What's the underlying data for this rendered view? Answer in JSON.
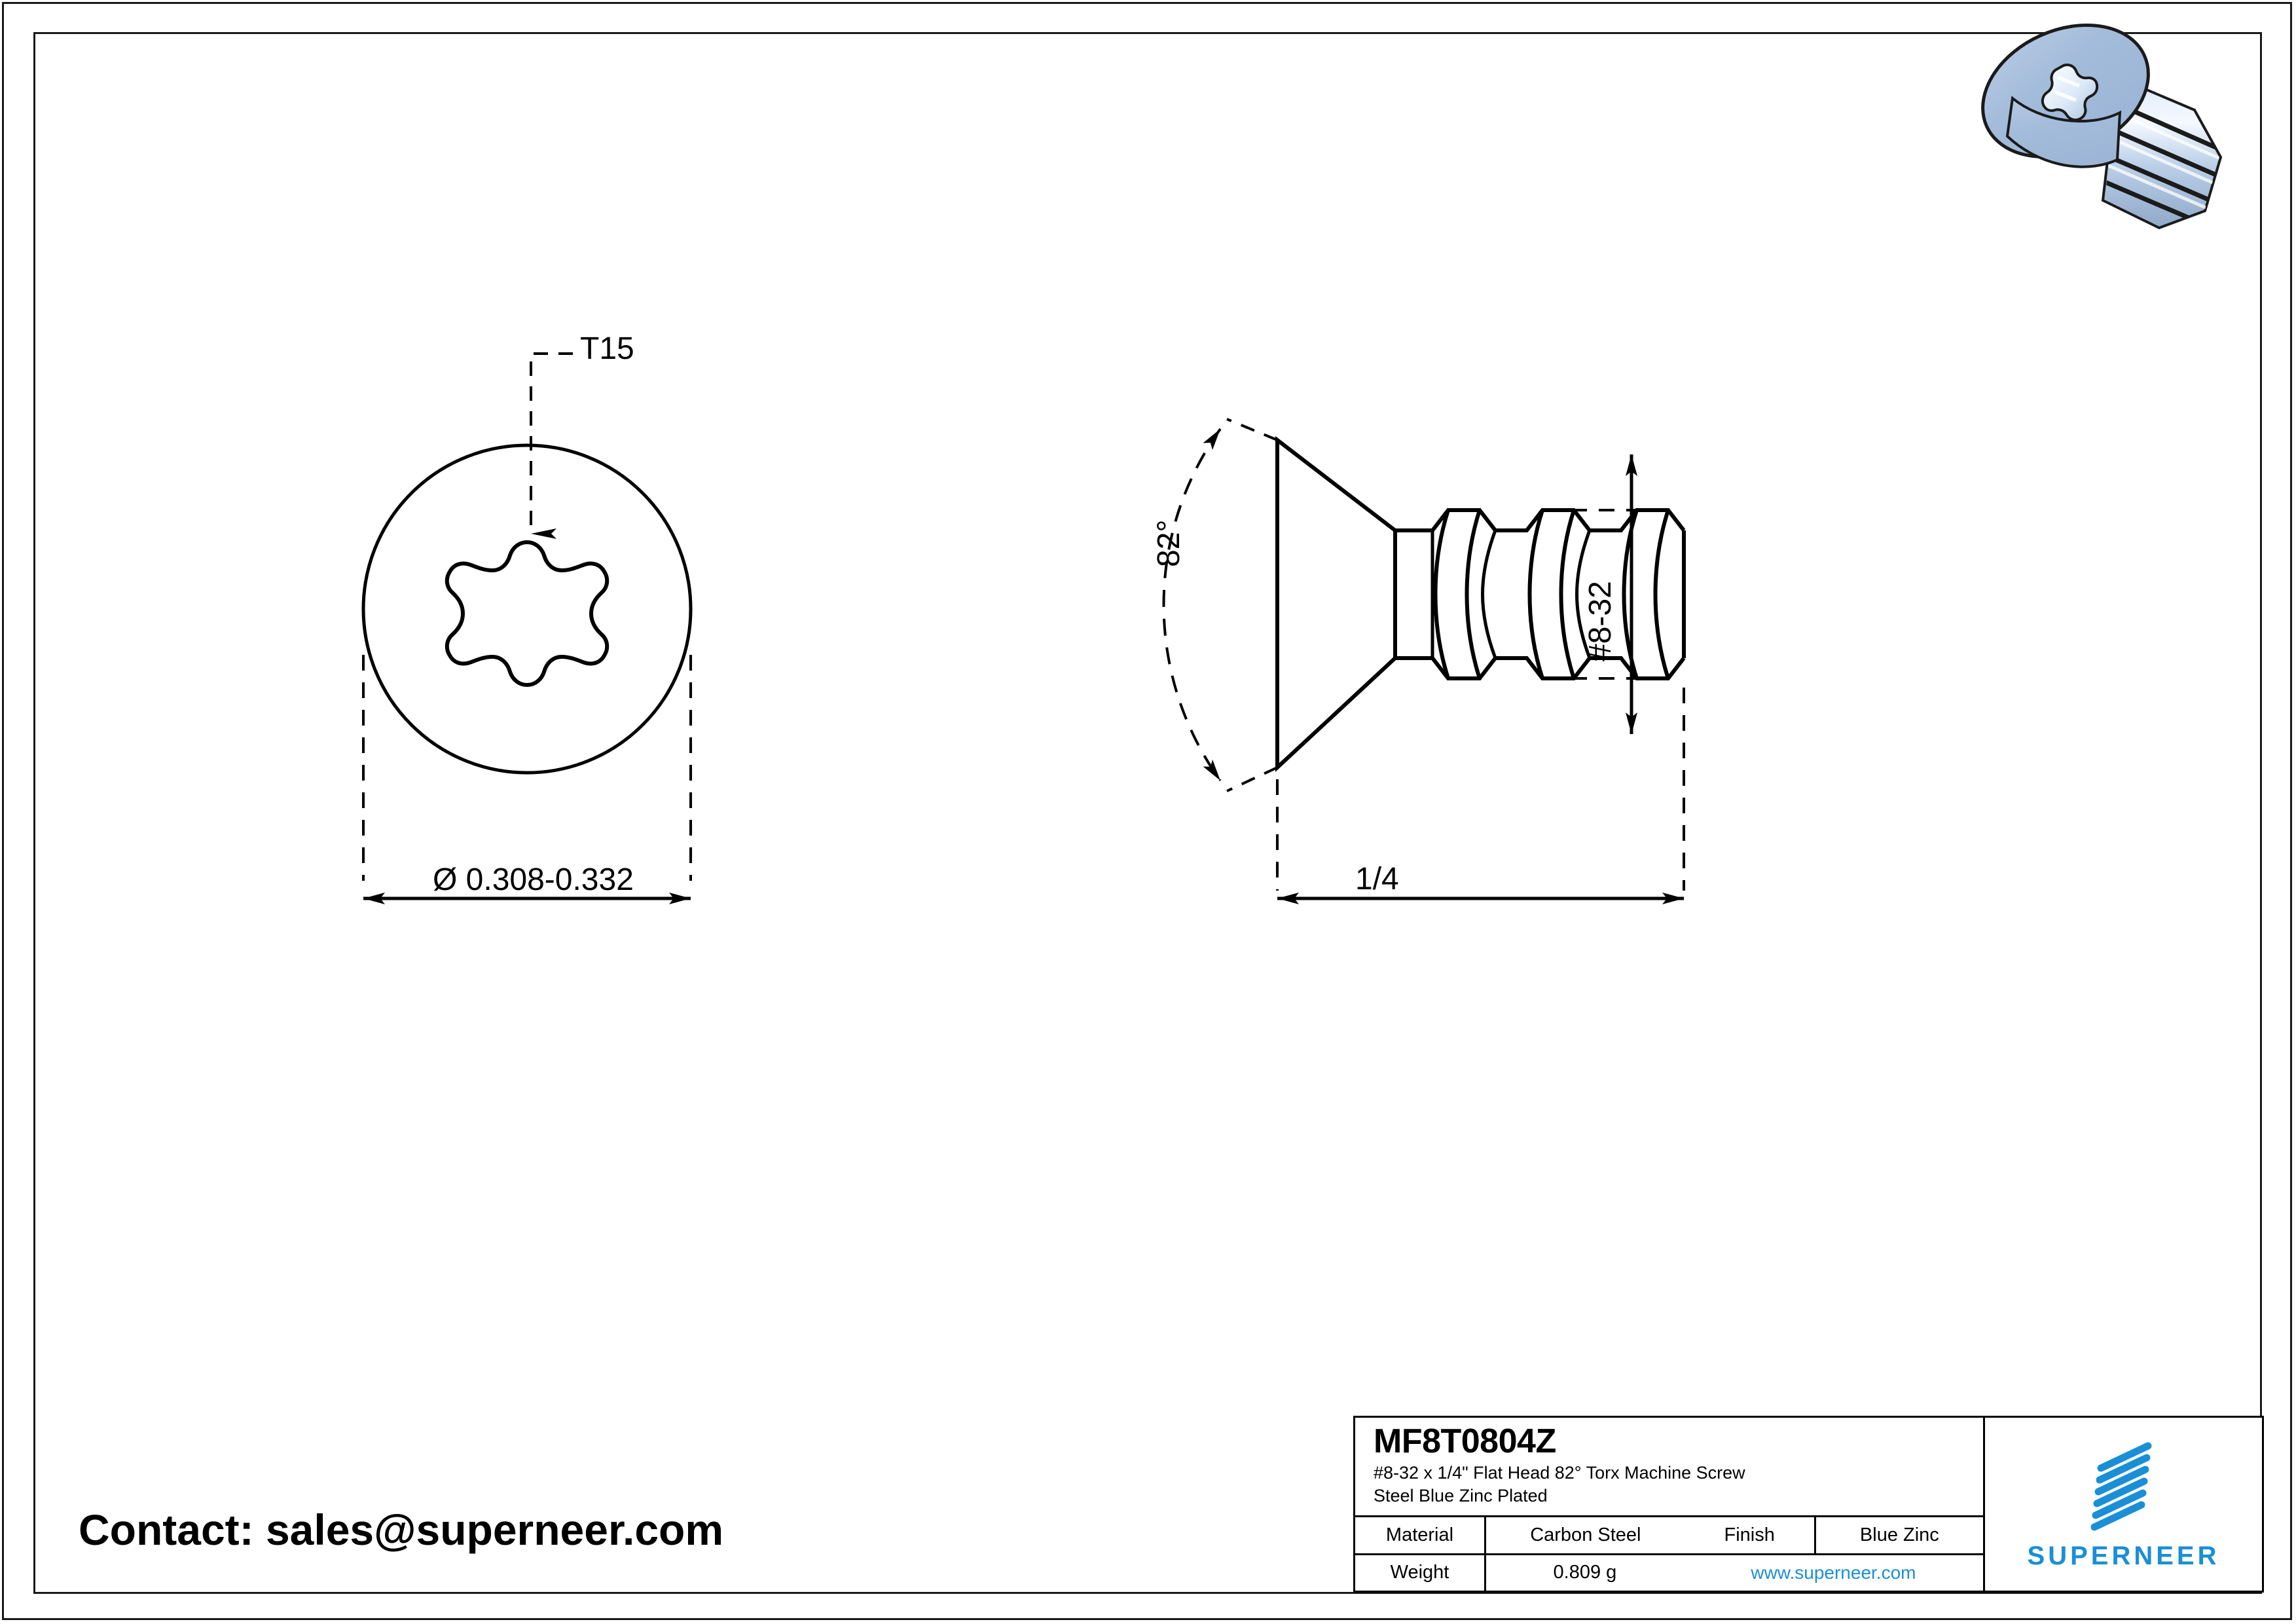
{
  "document": {
    "type": "engineering-drawing",
    "contact_text": "Contact: sales@superneer.com"
  },
  "drawing": {
    "top_view": {
      "drive_label": "T15",
      "diameter_label": "Ø 0.308-0.332",
      "head_outline": "circle",
      "recess": "torx-6-lobe"
    },
    "side_view": {
      "angle_label": "82°",
      "length_label": "1/4",
      "thread_label": "#8-32"
    }
  },
  "title_block": {
    "part_number": "MF8T0804Z",
    "description_line1": "#8-32 x 1/4\" Flat Head 82° Torx Machine Screw",
    "description_line2": "Steel Blue Zinc Plated",
    "material_label": "Material",
    "material_value": "Carbon Steel",
    "finish_label": "Finish",
    "finish_value": "Blue Zinc",
    "weight_label": "Weight",
    "weight_value": "0.809 g",
    "website": "www.superneer.com"
  },
  "logo": {
    "wordmark": "SUPERNEER",
    "mark": "stripes-parallelogram",
    "color": "#1a8fd6"
  },
  "colors": {
    "line": "#000000",
    "brand": "#1a8fd6",
    "render_body": "#a8bfdd",
    "render_highlight": "#e8f0fb"
  }
}
